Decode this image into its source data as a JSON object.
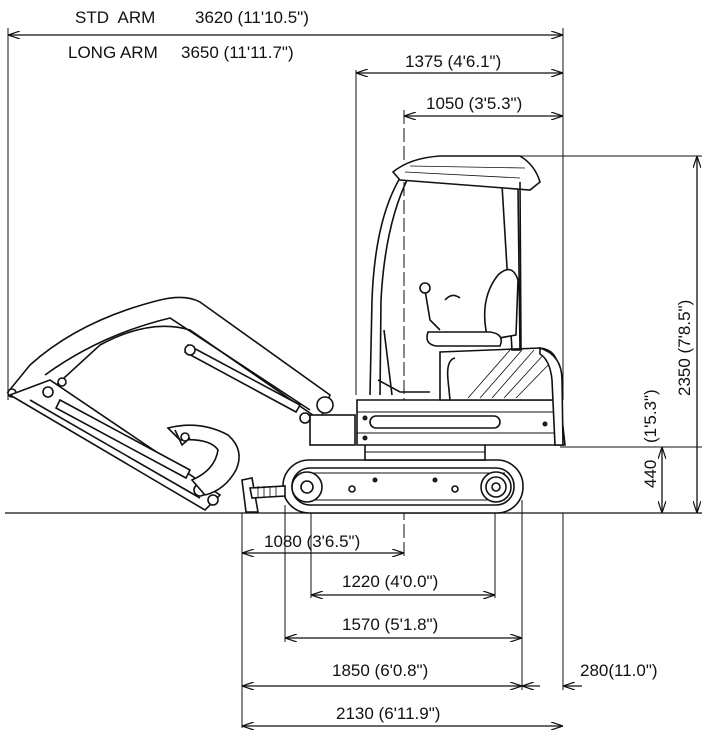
{
  "dimensions": {
    "std_arm_label": "STD  ARM",
    "std_arm_value": "3620 (11'10.5\")",
    "long_arm_label": "LONG ARM",
    "long_arm_value": "3650 (11'11.7\")",
    "rear_swing": "1375 (4'6.1\")",
    "center_to_rear": "1050 (3'5.3\")",
    "overall_height": "2350 (7'8.5\")",
    "ground_clearance_metric": "440",
    "ground_clearance_imperial": "(1'5.3\")",
    "front_to_center": "1080 (3'6.5\")",
    "tumbler_distance": "1220 (4'0.0\")",
    "crawler_length": "1570 (5'1.8\")",
    "dozer_to_rear": "1850 (6'0.8\")",
    "rear_overhang": "280(11.0\")",
    "total_base_length": "2130 (6'11.9\")"
  }
}
